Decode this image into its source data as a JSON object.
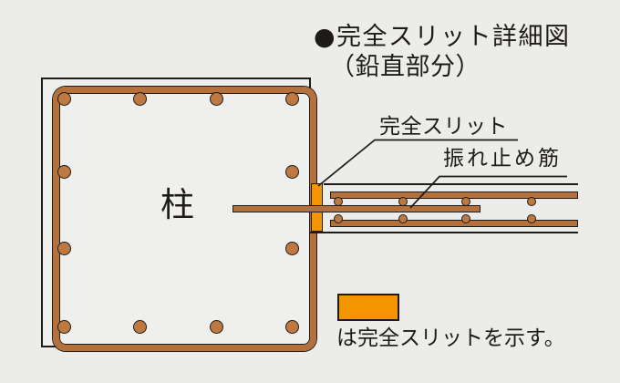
{
  "header": {
    "title": "●完全スリット詳細図",
    "subtitle": "（鉛直部分）"
  },
  "diagram": {
    "column_label": "柱",
    "callouts": {
      "slit": "完全スリット",
      "sway_brace_bar": "振れ止め筋"
    }
  },
  "legend": {
    "note": "は完全スリットを示す。"
  },
  "colors": {
    "background": "#ECECEA",
    "slit_orange": "#F39500",
    "rebar_brown": "#B5713C",
    "rebar_dot_brown": "#BE7943",
    "ink_black": "#1F1B18"
  }
}
